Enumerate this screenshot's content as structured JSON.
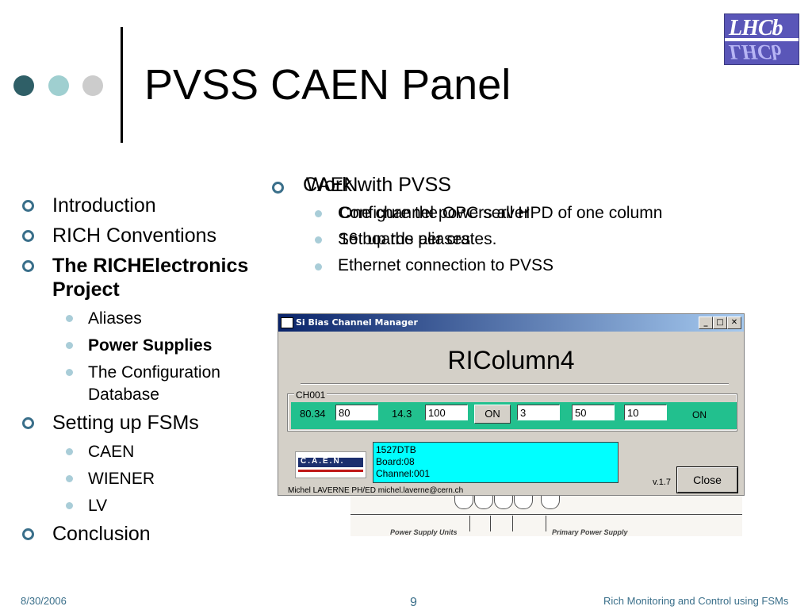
{
  "slide": {
    "title": "PVSS CAEN Panel",
    "logo_text": "LHCb",
    "footer_date": "8/30/2006",
    "footer_page": "9",
    "footer_right": "Rich Monitoring and Control using FSMs",
    "colors": {
      "dot1": "#2f5f67",
      "dot2": "#9fcfd0",
      "dot3": "#cccccc",
      "bullet": "#3a6f8a",
      "subbullet": "#a9cdd8"
    }
  },
  "outline": {
    "items": [
      {
        "label": "Introduction",
        "bold": false,
        "children": []
      },
      {
        "label": "RICH Conventions",
        "bold": false,
        "children": []
      },
      {
        "label": "The RICHElectronics Project",
        "bold": true,
        "children": [
          {
            "label": "Aliases",
            "bold": false
          },
          {
            "label": "Power Supplies",
            "bold": true
          },
          {
            "label": "The Configuration Database",
            "bold": false
          }
        ]
      },
      {
        "label": "Setting up FSMs",
        "bold": false,
        "children": [
          {
            "label": "CAEN",
            "bold": false
          },
          {
            "label": "WIENER",
            "bold": false
          },
          {
            "label": "LV",
            "bold": false
          }
        ]
      },
      {
        "label": "Conclusion",
        "bold": false,
        "children": []
      }
    ]
  },
  "right": {
    "main_a": "CAEN",
    "main_b": "Work with PVSS",
    "sub1_a": "Configure the OPC server",
    "sub1_b": "One channel powers all HPD of one column",
    "sub2_a": "Set up the aliases",
    "sub2_b": "16 boards per crates.",
    "sub3": "Ethernet connection to PVSS"
  },
  "diagram": {
    "label_left": "Power Supply Units",
    "label_right": "Primary Power Supply"
  },
  "window": {
    "title": "Si Bias Channel Manager",
    "minimize": "_",
    "maximize": "□",
    "close": "✕",
    "heading": "RIColumn4",
    "group_label": "CH001",
    "channel": {
      "v_mon": "80.34",
      "v_set": "80",
      "i_mon": "14.3",
      "i_set": "100",
      "on_button": "ON",
      "ramp_up": "3",
      "ramp_down": "50",
      "trip": "10",
      "status": "ON",
      "color": "#22c08e"
    },
    "caen_logo": "C.A.E.N.",
    "info": [
      "1527DTB",
      "Board:08",
      "Channel:001"
    ],
    "version": "v.1.7",
    "close_button": "Close",
    "author": "Michel LAVERNE PH/ED michel.laverne@cern.ch"
  }
}
